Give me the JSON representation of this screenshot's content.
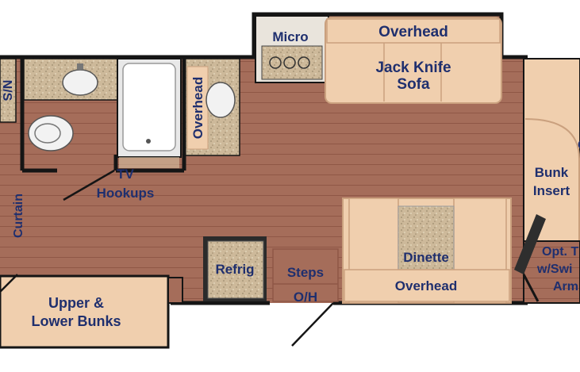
{
  "floorplan": {
    "labels": {
      "micro": "Micro",
      "overhead_top": "Overhead",
      "sofa_line1": "Jack Knife",
      "sofa_line2": "Sofa",
      "ns": "N/S",
      "overhead_bath": "Overhead",
      "tv_line1": "TV",
      "tv_line2": "Hookups",
      "curtain": "Curtain",
      "bunk_insert_line1": "Bunk",
      "bunk_insert_line2": "Insert",
      "refrig": "Refrig",
      "steps": "Steps",
      "oh": "O/H",
      "dinette": "Dinette",
      "overhead_dinette": "Overhead",
      "bunks_line1": "Upper &",
      "bunks_line2": "Lower Bunks",
      "opt_line1": "Opt. T",
      "opt_line2": "w/Swi",
      "opt_line3": "Arm",
      "right_edge_char": "C"
    },
    "colors": {
      "floor": "#a56d5a",
      "floor_line": "#8f5746",
      "cushion": "#f0cfae",
      "cushion_edge": "#caa07e",
      "counter": "#d9c3a4",
      "wall": "#151515",
      "label": "#1f2f6e"
    }
  }
}
